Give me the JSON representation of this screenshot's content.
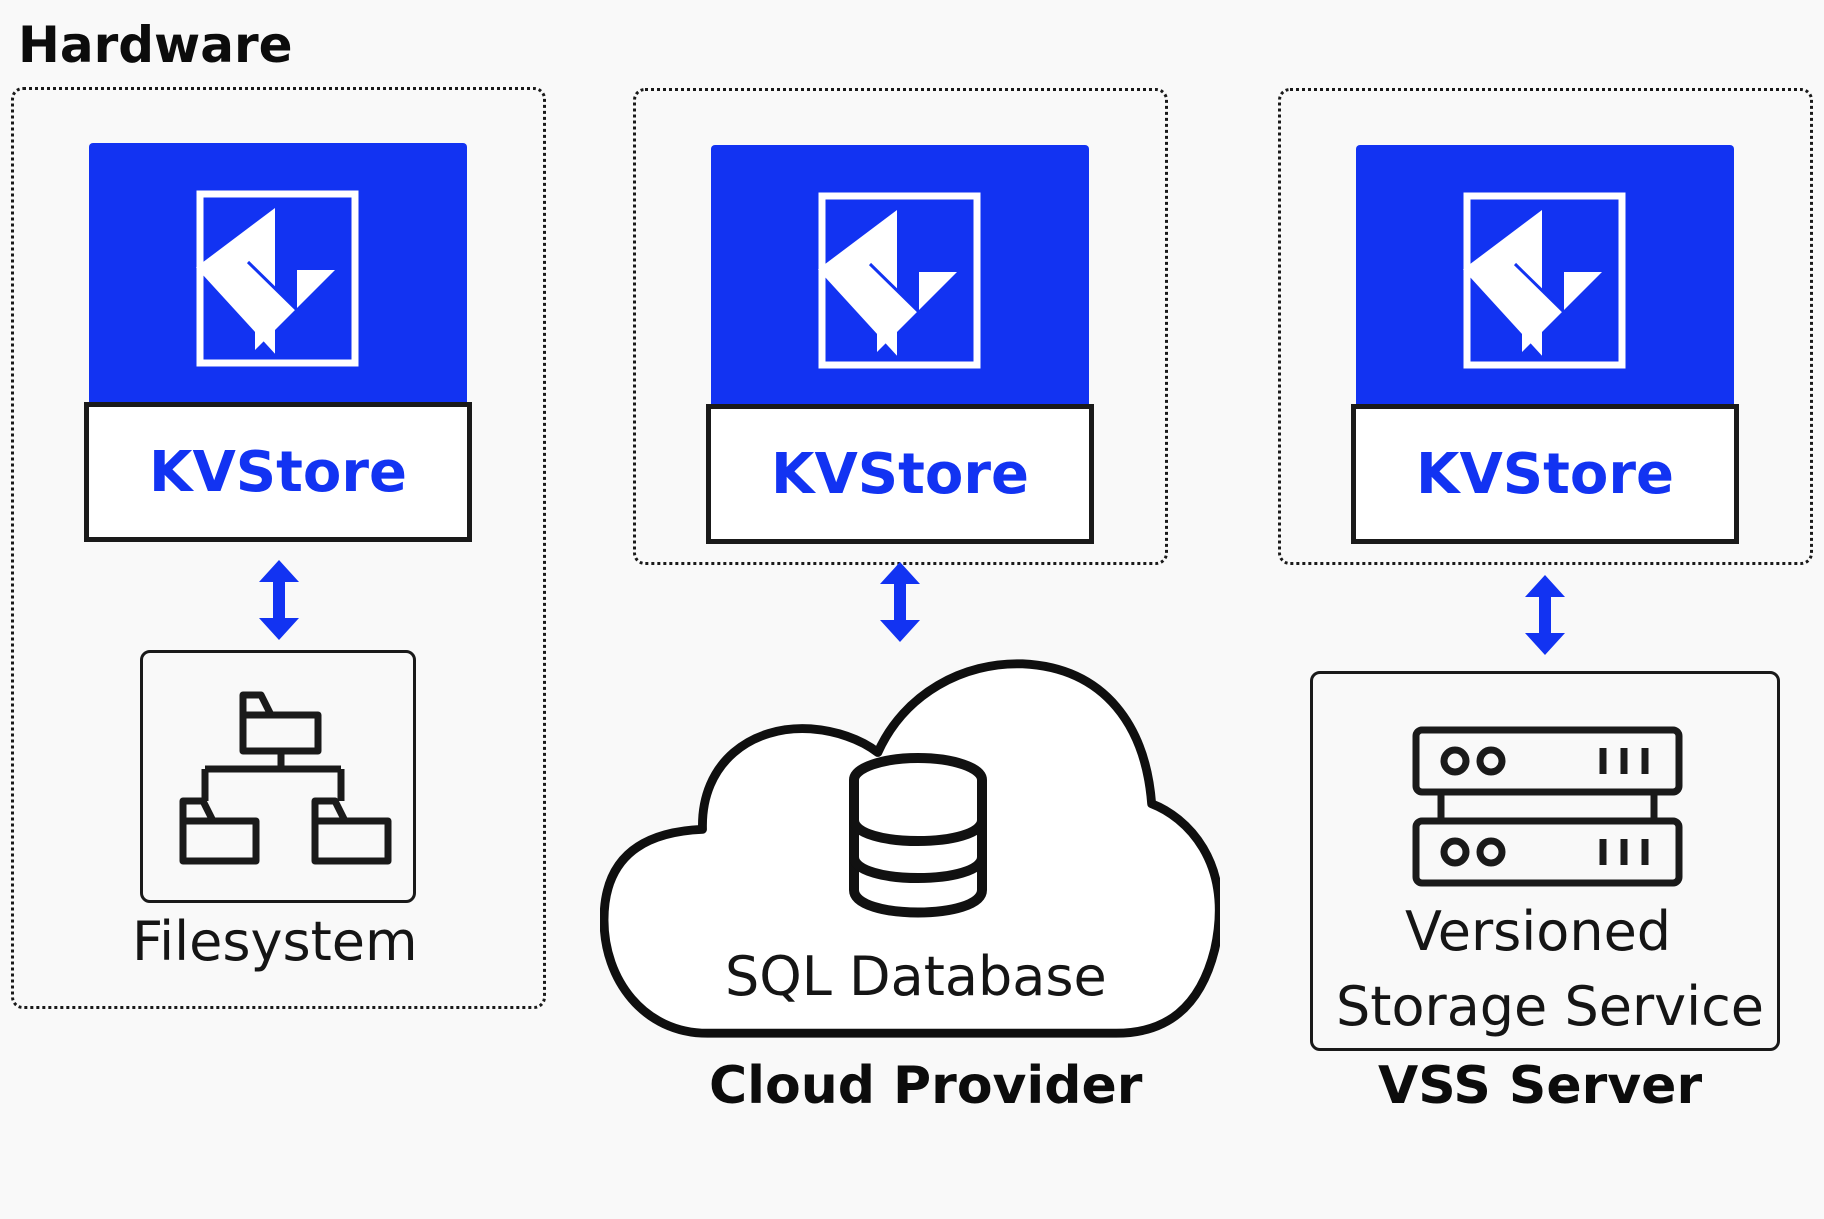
{
  "columns": [
    {
      "group_label": "Hardware",
      "component_label": "KVStore",
      "storage_label": "Filesystem",
      "storage_icon": "folder-tree-icon"
    },
    {
      "group_label": "Cloud Provider",
      "component_label": "KVStore",
      "storage_label": "SQL Database",
      "storage_icon": "database-icon"
    },
    {
      "group_label": "VSS Server",
      "component_label": "KVStore",
      "storage_label_line1": "Versioned",
      "storage_label_line2": "Storage Service",
      "storage_icon": "server-icon"
    }
  ],
  "colors": {
    "accent": "#1233f2",
    "stroke": "#1a1a1a",
    "background": "#f9f9f9"
  }
}
